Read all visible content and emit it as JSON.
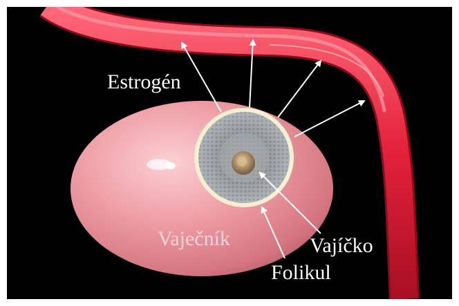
{
  "diagram": {
    "labels": {
      "estrogen": "Estrogén",
      "ovary": "Vaječník",
      "egg": "Vajíčko",
      "follicle": "Folikul"
    },
    "colors": {
      "background": "#000000",
      "vessel": "#e3213a",
      "ovary": "#f0a7ae",
      "follicle_ring": "#f5f0d2",
      "arrow": "#ffffff"
    }
  }
}
